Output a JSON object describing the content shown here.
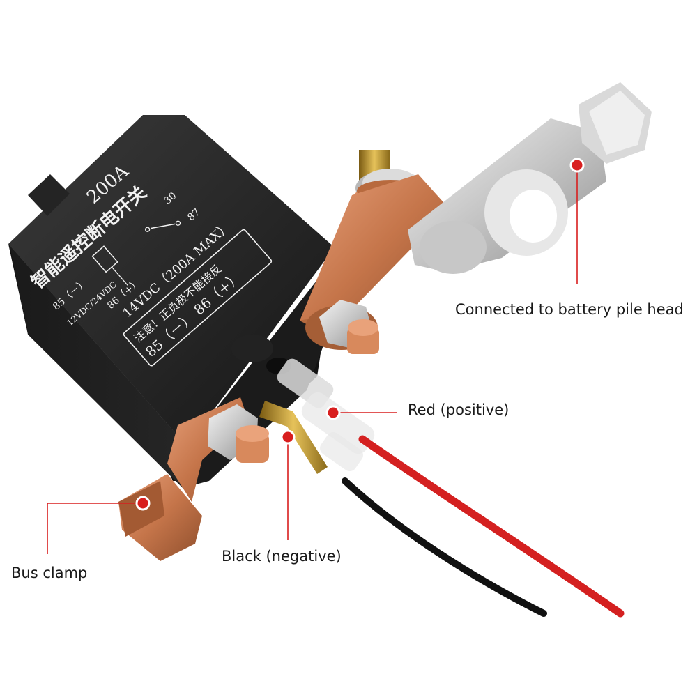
{
  "callouts": {
    "battery": "Connected to battery pile head",
    "red": "Red (positive)",
    "black": "Black (negative)",
    "bus": "Bus clamp"
  },
  "relay_face": {
    "rating": "200A",
    "title_cn": "智能遥控断电开关",
    "pin30": "30",
    "pin87": "87",
    "pin85": "85（－）",
    "pin86": "86（+）",
    "supply": "12VDC/24VDC",
    "coil": "14VDC（200A MAX）",
    "warning_cn": "注意！正负极不能接反",
    "pins_bottom": "85（－） 86（+）"
  },
  "colors": {
    "marker": "#d81e1e",
    "relay_body": "#1c1c1c",
    "copper": "#c8784a",
    "red_wire": "#d42020",
    "black_wire": "#111111",
    "clamp_metal": "#c9c9c9"
  }
}
